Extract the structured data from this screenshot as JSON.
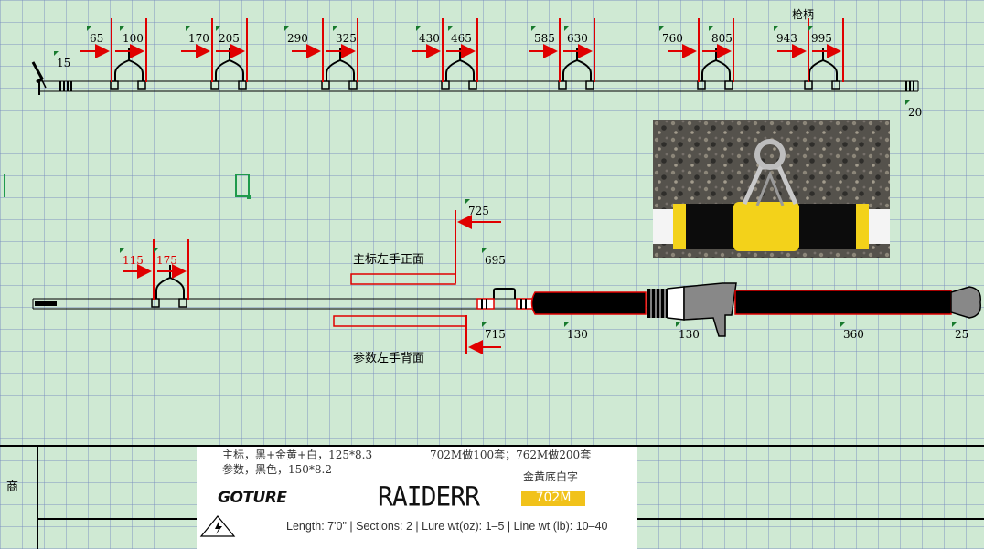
{
  "top_labels": [
    {
      "id": "15",
      "text": "15"
    },
    {
      "id": "65",
      "text": "65"
    },
    {
      "id": "100",
      "text": "100"
    },
    {
      "id": "170",
      "text": "170"
    },
    {
      "id": "205",
      "text": "205"
    },
    {
      "id": "290",
      "text": "290"
    },
    {
      "id": "325",
      "text": "325"
    },
    {
      "id": "430",
      "text": "430"
    },
    {
      "id": "465",
      "text": "465"
    },
    {
      "id": "585",
      "text": "585"
    },
    {
      "id": "630",
      "text": "630"
    },
    {
      "id": "760",
      "text": "760"
    },
    {
      "id": "805",
      "text": "805"
    },
    {
      "id": "943",
      "text": "943"
    },
    {
      "id": "995",
      "text": "995"
    },
    {
      "id": "20",
      "text": "20"
    }
  ],
  "handle_label": "枪柄",
  "bottom_labels": {
    "l115": "115",
    "l175": "175",
    "l725": "725",
    "l695": "695",
    "l715": "715",
    "l130a": "130",
    "l130b": "130",
    "l360": "360",
    "l25": "25"
  },
  "main_mark_label": "主标左手正面",
  "param_label": "参数左手背面",
  "side_char": "商",
  "label_panel": {
    "line1": "主标，黑+金黄+白，125*8.3",
    "line1_right": "702M做100套；762M做200套",
    "line2": "参数，黑色，150*8.2",
    "gold_note": "金黄底白字",
    "brand": "GOTURE",
    "model_name": "RAIDERR",
    "model_badge": "702M",
    "specs": "Length: 7'0\" | Sections: 2 | Lure wt(oz): 1–5 | Line wt (lb): 10–40",
    "warning_text": "RISK OF ELECTRIC SHOCK"
  },
  "colors": {
    "red": "#e00000",
    "grid_green": "#cfe9d3",
    "badge_gold": "#f1c21a",
    "selection": "#1f9a4c"
  }
}
